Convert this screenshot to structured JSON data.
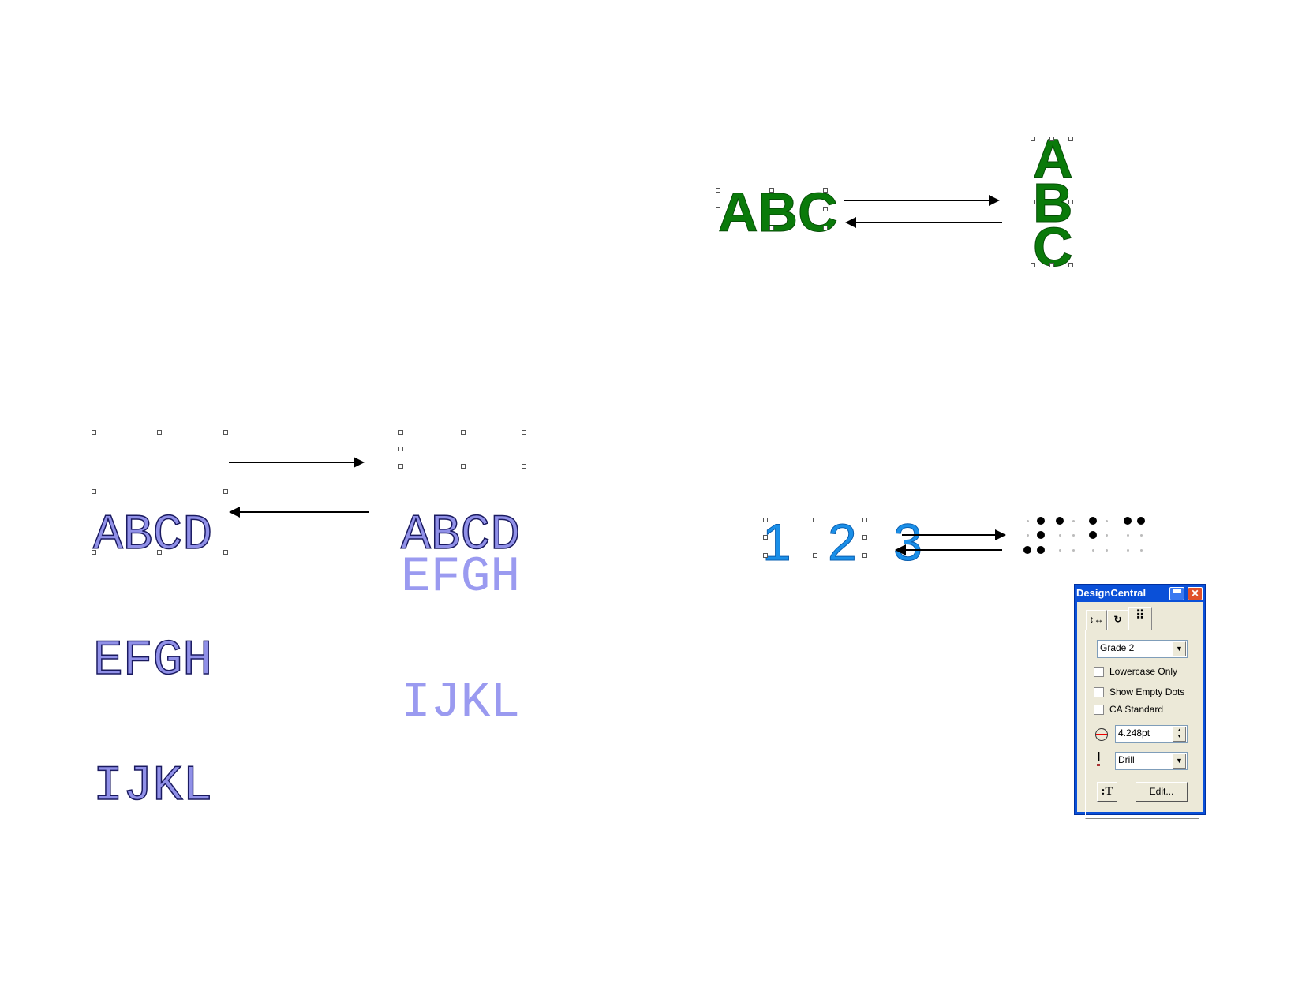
{
  "examples": {
    "green_text": {
      "horizontal": "ABC",
      "vertical": [
        "A",
        "B",
        "C"
      ],
      "color": "#0a7a0a"
    },
    "mono_text": {
      "lines": [
        "ABCD",
        "EFGH",
        "IJKL"
      ],
      "color": "#9090e8"
    },
    "numbers": {
      "text": "1 2 3",
      "color": "#1a8fe8"
    },
    "braille": {
      "cells": [
        [
          0,
          0,
          1,
          1,
          1,
          1
        ],
        [
          1,
          0,
          0,
          0,
          0,
          0
        ],
        [
          1,
          1,
          0,
          0,
          0,
          0
        ],
        [
          1,
          0,
          0,
          1,
          0,
          0
        ]
      ]
    }
  },
  "panel": {
    "title": "DesignCentral",
    "tabs": [
      {
        "icon": "spacing-icon",
        "label": "↨↔"
      },
      {
        "icon": "rotate-icon",
        "label": "↻"
      },
      {
        "icon": "braille-icon",
        "label": "⠿"
      }
    ],
    "grade_select": "Grade 2",
    "checkboxes": [
      {
        "label": "Lowercase Only",
        "checked": false
      },
      {
        "label": "Show Empty Dots",
        "checked": false
      },
      {
        "label": "CA Standard",
        "checked": false
      }
    ],
    "dot_size": "4.248pt",
    "tool_select": "Drill",
    "convert_button": ":T",
    "edit_button": "Edit..."
  }
}
